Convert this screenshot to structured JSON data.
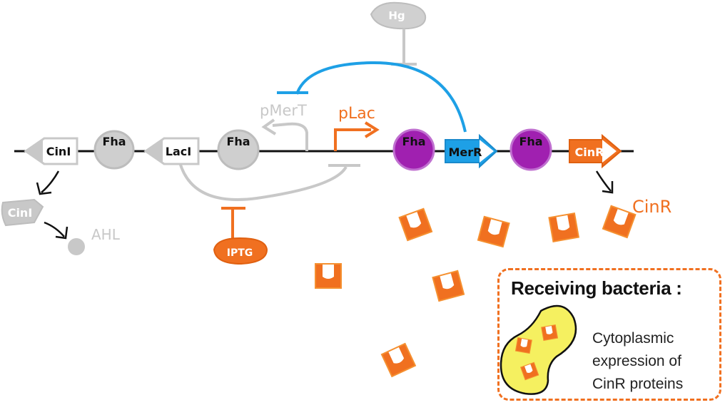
{
  "inputs": {
    "mercury": "Hg",
    "iptg": "IPTG"
  },
  "genes": {
    "cinI": "CinI",
    "fha_1": "Fha",
    "lacI": "LacI",
    "fha_2": "Fha",
    "fha_3": "Fha",
    "merR": "MerR",
    "fha_4": "Fha",
    "cinR": "CinR"
  },
  "promoters": {
    "pMerT": "pMerT",
    "pLac": "pLac"
  },
  "products": {
    "cinI_protein": "CinI",
    "ahl": "AHL",
    "cinR_protein": "CinR"
  },
  "legend": {
    "title": "Receiving bacteria :",
    "line1": "Cytoplasmic",
    "line2": "expression of",
    "line3": "CinR proteins"
  },
  "colors": {
    "inactive_gray": "#c8c8c8",
    "orange": "#f07020",
    "blue": "#1ea0e6",
    "purple": "#a020b0",
    "yellow": "#f5f060"
  }
}
